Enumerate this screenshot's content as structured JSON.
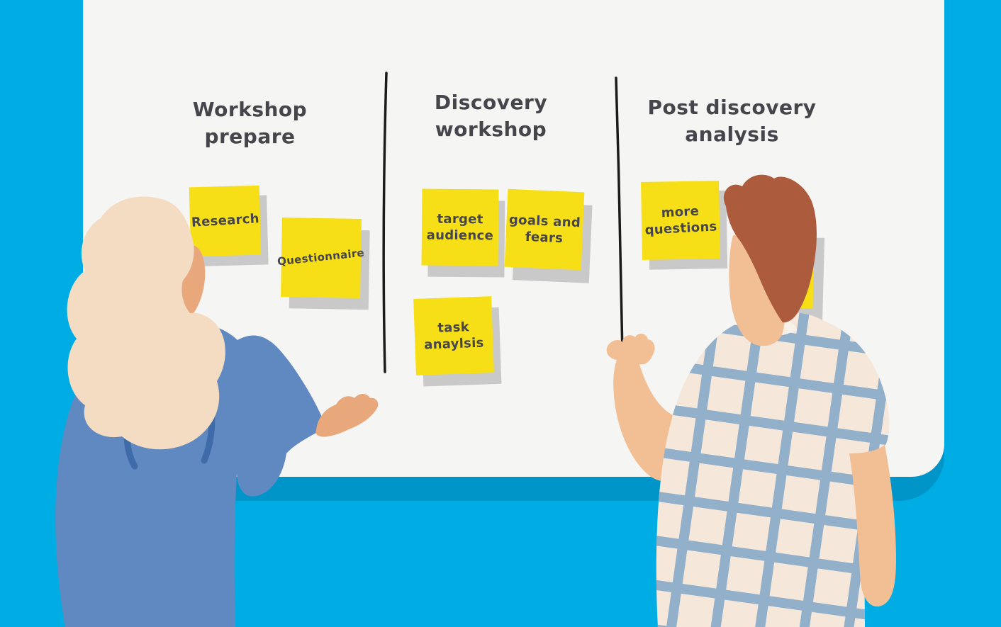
{
  "board": {
    "columns": [
      {
        "title": "Workshop prepare",
        "notes": [
          {
            "label": "Research"
          },
          {
            "label": "Questionnaire"
          }
        ]
      },
      {
        "title": "Discovery workshop",
        "notes": [
          {
            "label": "target audience"
          },
          {
            "label": "goals and fears"
          },
          {
            "label": "task anaylsis"
          }
        ]
      },
      {
        "title": "Post discovery analysis",
        "notes": [
          {
            "label": "more questions"
          },
          {
            "label": ""
          }
        ]
      }
    ]
  },
  "palette": {
    "background": "#00ACE4",
    "board": "#F5F5F3",
    "board_shadow": "#0095C8",
    "sticky": "#F7DF17",
    "sticky_shadow": "#C9C9C9",
    "ink": "#45454B",
    "line": "#1B1B1B",
    "woman_skin": "#E8A87C",
    "woman_top": "#6189C1",
    "woman_fold": "#3F6CA8",
    "woman_hair": "#F4DCC2",
    "man_skin": "#F2BE93",
    "man_shirt": "#F5E8DB",
    "man_shirt_grid": "#93B0CB",
    "man_collar": "#F8F1E8",
    "man_hair": "#AC5B3D"
  }
}
